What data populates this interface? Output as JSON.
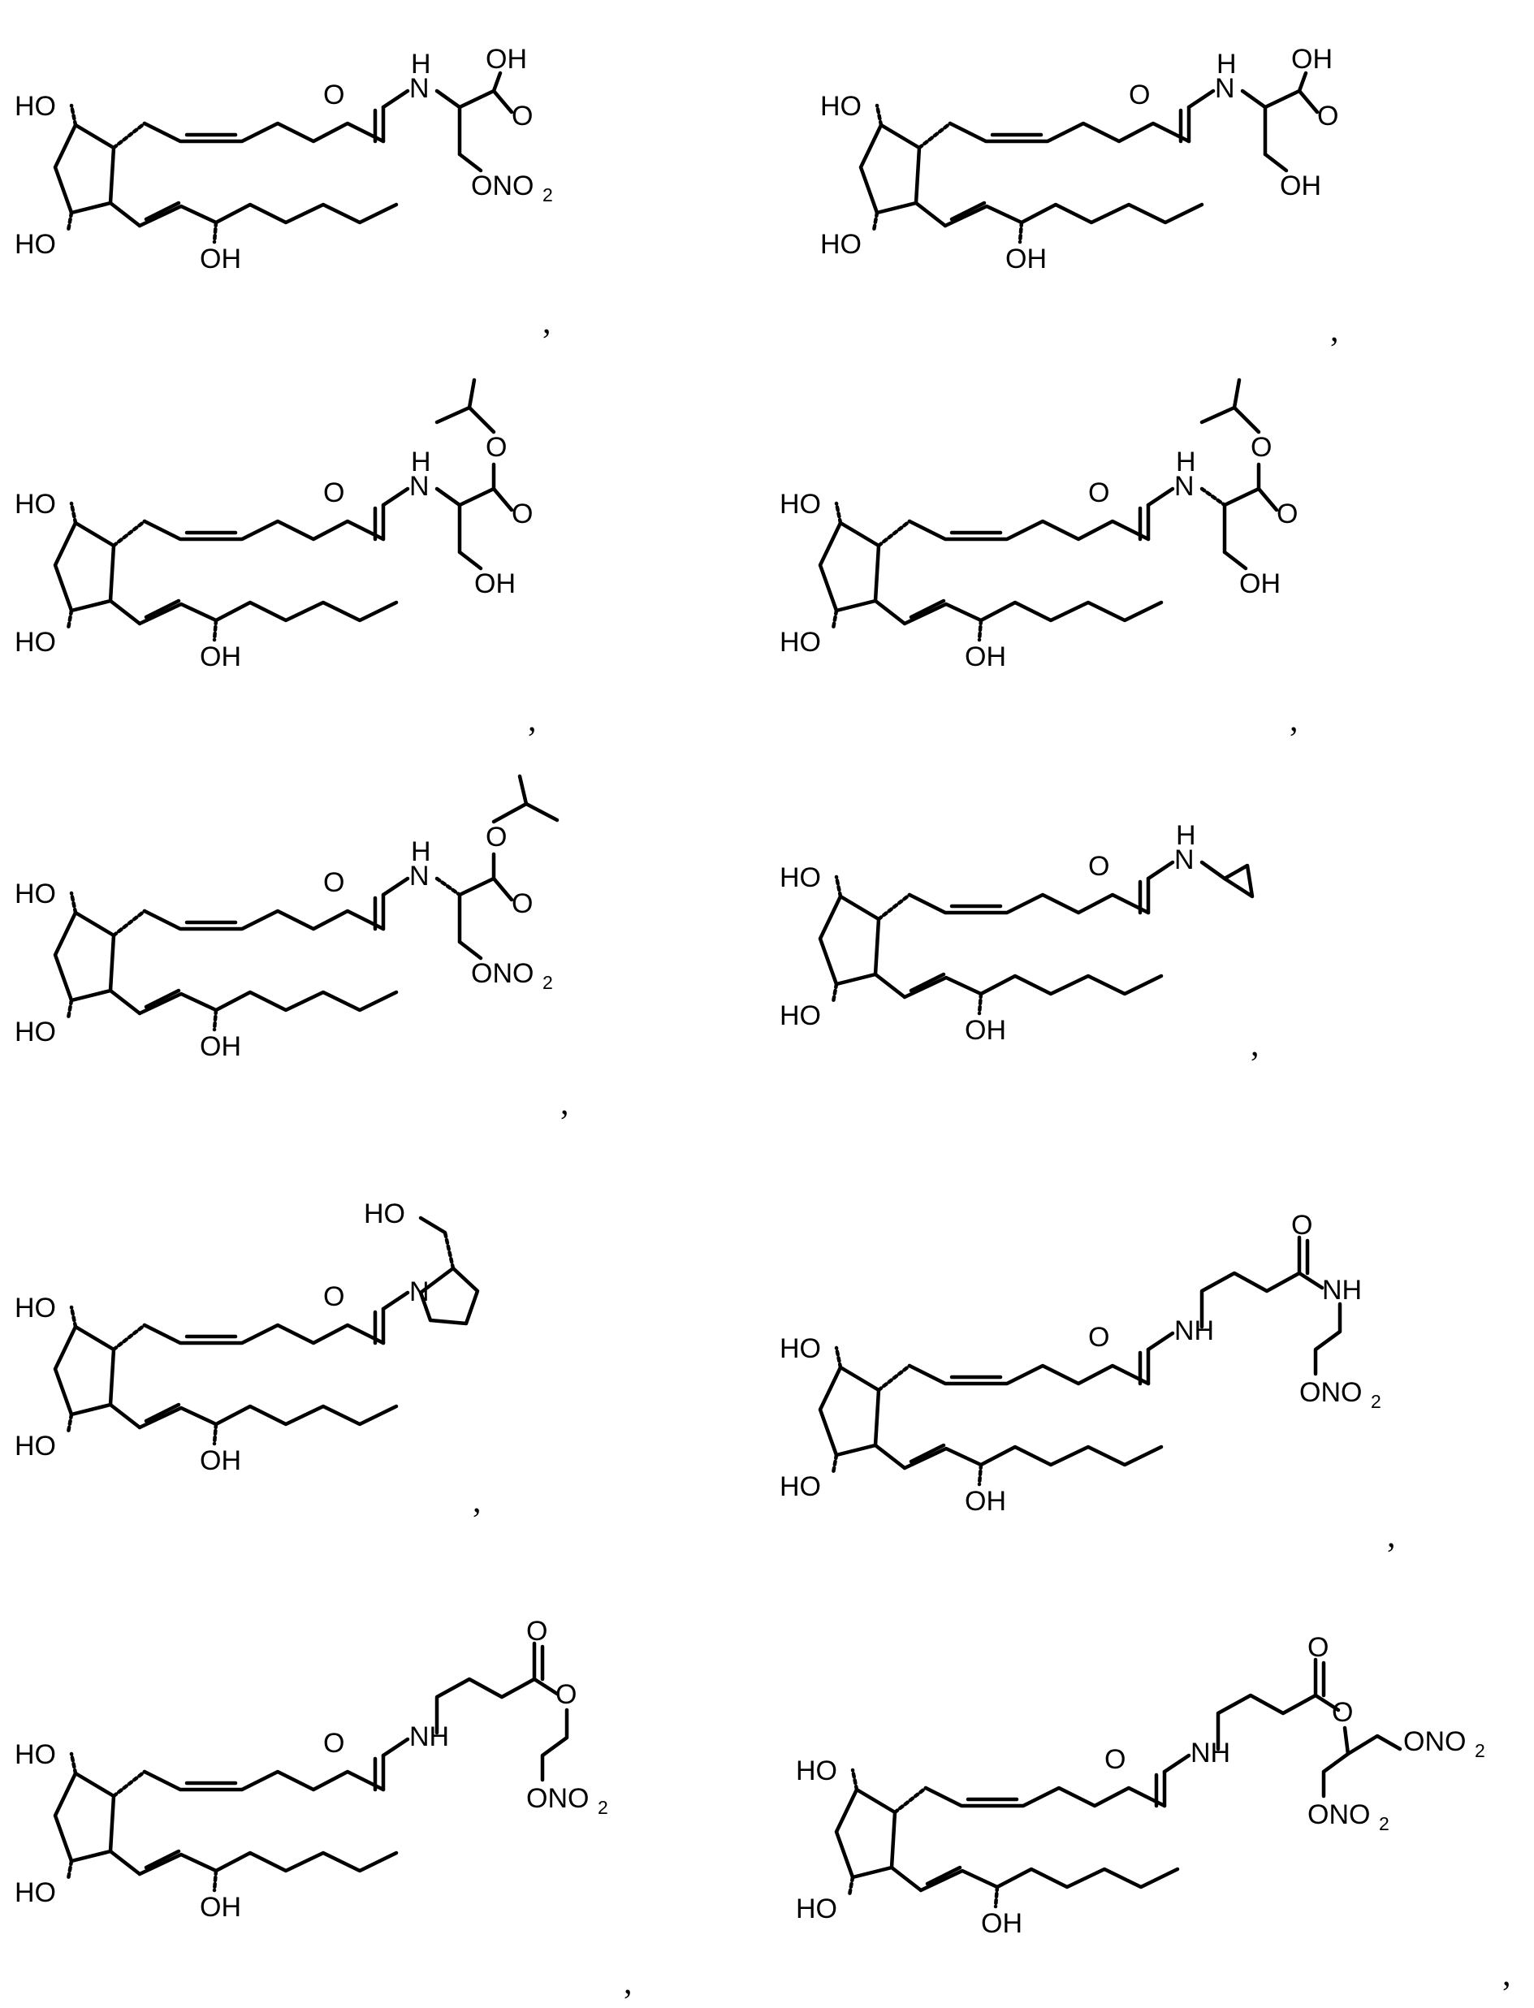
{
  "labels": {
    "HO": "HO",
    "OH": "OH",
    "O": "O",
    "N": "N",
    "H": "H",
    "NH": "NH",
    "ONO": "ONO",
    "two": "2",
    "comma": ","
  },
  "structures": [
    {
      "id": "s1",
      "headgroup": "serine amide, free acid, nitrooxy"
    },
    {
      "id": "s2",
      "headgroup": "serine amide, free acid, hydroxy"
    },
    {
      "id": "s3",
      "headgroup": "serine amide, isopropyl ester, hydroxy"
    },
    {
      "id": "s4",
      "headgroup": "serine amide, isopropyl ester, hydroxy"
    },
    {
      "id": "s5",
      "headgroup": "serine amide, isopropyl ester, nitrooxy"
    },
    {
      "id": "s6",
      "headgroup": "cyclopropyl amide"
    },
    {
      "id": "s7",
      "headgroup": "prolinol amide"
    },
    {
      "id": "s8",
      "headgroup": "butanamide, nitrooxyethyl amide"
    },
    {
      "id": "s9",
      "headgroup": "butanoate, nitrooxyethyl ester"
    },
    {
      "id": "s10",
      "headgroup": "butanoate, bis-nitrooxy propyl ester"
    }
  ]
}
